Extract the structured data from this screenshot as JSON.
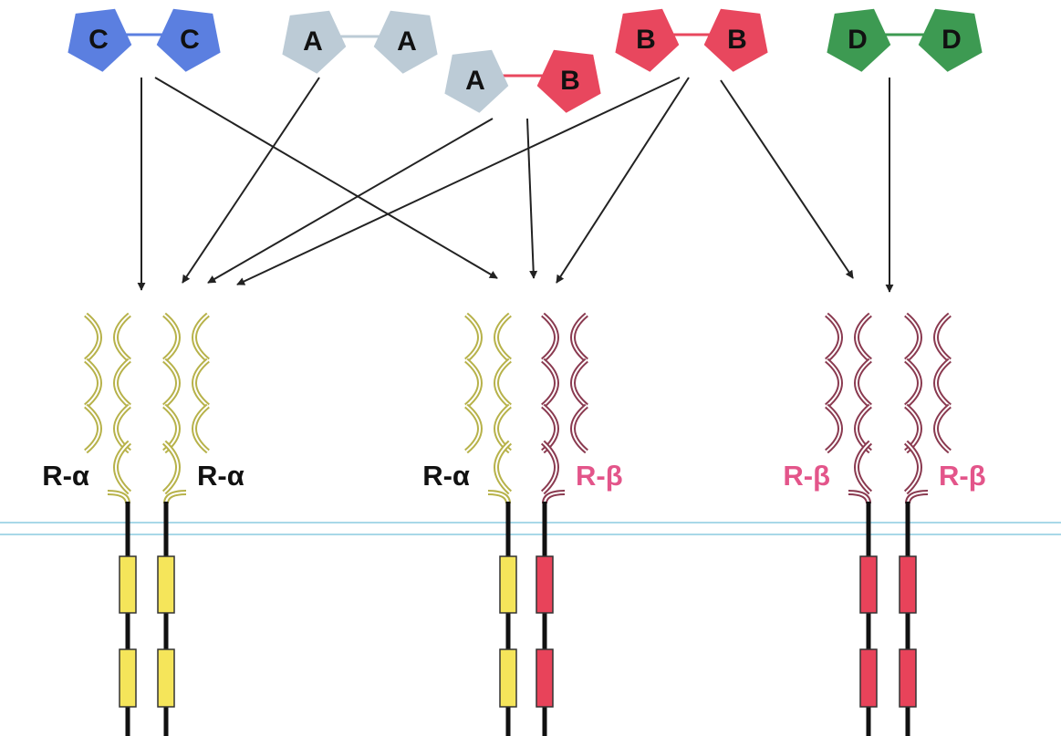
{
  "colors": {
    "C": "#5b7fe0",
    "A": "#bccbd6",
    "B": "#e8475e",
    "D": "#3d9a52",
    "alpha_loop": "#b7b24a",
    "beta_loop": "#8a3a50",
    "alpha_box": "#f5e55a",
    "beta_box": "#e8435a",
    "alpha_text": "#111111",
    "beta_text": "#e3558a",
    "membrane": "#a8d8e8",
    "arrow": "#222222"
  },
  "ligands": [
    {
      "id": "CC",
      "left": "C",
      "right": "C"
    },
    {
      "id": "AA",
      "left": "A",
      "right": "A"
    },
    {
      "id": "AB",
      "left": "A",
      "right": "B"
    },
    {
      "id": "BB",
      "left": "B",
      "right": "B"
    },
    {
      "id": "DD",
      "left": "D",
      "right": "D"
    }
  ],
  "receptors": [
    {
      "id": "alpha-alpha",
      "left_label": "R-α",
      "right_label": "R-α"
    },
    {
      "id": "alpha-beta",
      "left_label": "R-α",
      "right_label": "R-β"
    },
    {
      "id": "beta-beta",
      "left_label": "R-β",
      "right_label": "R-β"
    }
  ]
}
